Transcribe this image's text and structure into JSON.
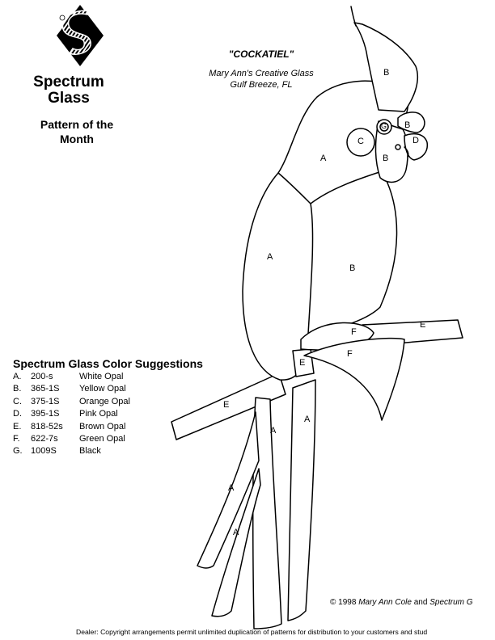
{
  "brand": {
    "line1": "Spectrum",
    "line2": "Glass"
  },
  "pattern_of_month": {
    "line1": "Pattern of the",
    "line2": "Month"
  },
  "pattern": {
    "title": "\"COCKATIEL\"",
    "artist_line1": "Mary Ann's Creative Glass",
    "artist_line2": "Gulf Breeze, FL"
  },
  "color_suggestions": {
    "heading": "Spectrum Glass Color Suggestions",
    "items": [
      {
        "letter": "A.",
        "code": "200-s",
        "name": "White Opal"
      },
      {
        "letter": "B.",
        "code": "365-1S",
        "name": "Yellow Opal"
      },
      {
        "letter": "C.",
        "code": "375-1S",
        "name": "Orange Opal"
      },
      {
        "letter": "D.",
        "code": "395-1S",
        "name": "Pink Opal"
      },
      {
        "letter": "E.",
        "code": "818-52s",
        "name": "Brown Opal"
      },
      {
        "letter": "F.",
        "code": "622-7s",
        "name": "Green Opal"
      },
      {
        "letter": "G.",
        "code": "1009S",
        "name": "Black"
      }
    ]
  },
  "piece_labels": {
    "crest": "B",
    "cheek": "C",
    "eye": "G",
    "beak_upper": "B",
    "beak_lower": "D",
    "throat": "B",
    "neck": "A",
    "wing": "A",
    "belly": "B",
    "perch_right": "E",
    "perch_left": "E",
    "perch_mid": "E",
    "leaf_top": "F",
    "leaf_bottom": "F",
    "tail_1": "A",
    "tail_2": "A",
    "tail_3": "A",
    "tail_4": "A"
  },
  "copyright": {
    "year_prefix": "© 1998",
    "author": "Mary Ann Cole",
    "conj": "and",
    "company": "Spectrum G"
  },
  "dealer_note": "Dealer:  Copyright arrangements permit unlimited duplication of patterns for distribution to your customers and stud"
}
